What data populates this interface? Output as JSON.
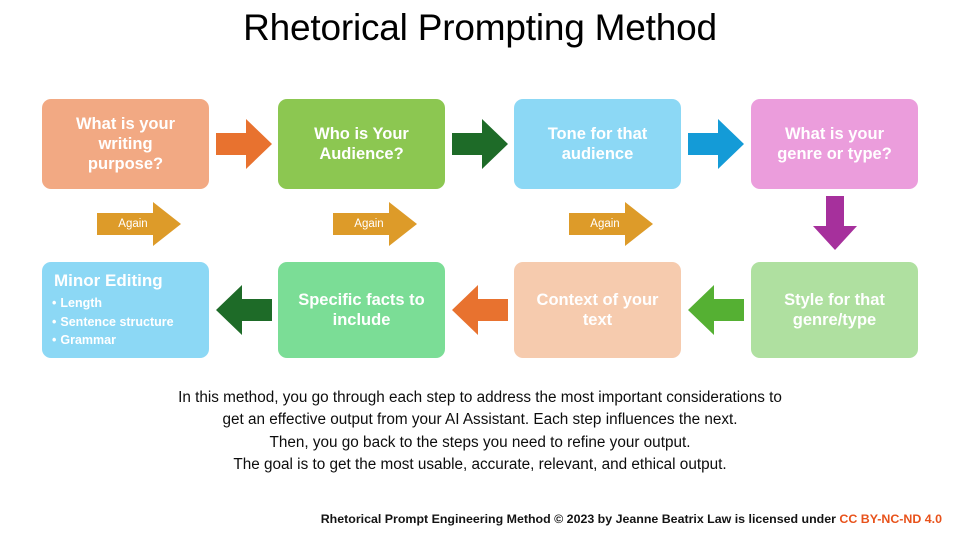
{
  "title": "Rhetorical Prompting Method",
  "colors": {
    "box_purpose": "#F2A983",
    "box_audience": "#8CC751",
    "box_tone": "#8CD8F5",
    "box_genre": "#EB9DDC",
    "box_minor_editing": "#8CD8F5",
    "box_facts": "#7BDD96",
    "box_context": "#F6CBAE",
    "box_style": "#AFE0A0",
    "arrow_orange": "#E8722F",
    "arrow_dark_green": "#1E6B28",
    "arrow_blue": "#149BD7",
    "arrow_purple": "#A6309C",
    "arrow_green": "#55B033",
    "again_amber": "#DD9B29",
    "license_orange": "#E8521B",
    "text_white": "#FFFFFF",
    "text_black": "#000000"
  },
  "flow": {
    "row1": [
      {
        "id": "purpose",
        "label": "What is your\nwriting\npurpose?"
      },
      {
        "id": "audience",
        "label": "Who is Your\nAudience?"
      },
      {
        "id": "tone",
        "label": "Tone for that\naudience"
      },
      {
        "id": "genre",
        "label": "What is your\ngenre or type?"
      }
    ],
    "row2": [
      {
        "id": "minor",
        "label": "Minor Editing",
        "bullets": [
          "Length",
          "Sentence structure",
          "Grammar"
        ]
      },
      {
        "id": "facts",
        "label": "Specific facts to\ninclude"
      },
      {
        "id": "context",
        "label": "Context of your\ntext"
      },
      {
        "id": "style",
        "label": "Style for that\ngenre/type"
      }
    ],
    "again_label": "Again",
    "again_count": 3
  },
  "body_text": "In this method, you go through each step to address the most important considerations to\nget an effective output from your AI Assistant. Each step influences the next.\nThen, you go back to the steps you need to refine your output.\nThe goal is to get the most usable, accurate, relevant, and ethical output.",
  "footer": {
    "attribution": "Rhetorical Prompt Engineering Method © 2023 by Jeanne Beatrix Law is licensed under ",
    "license": "CC BY-NC-ND 4.0"
  }
}
